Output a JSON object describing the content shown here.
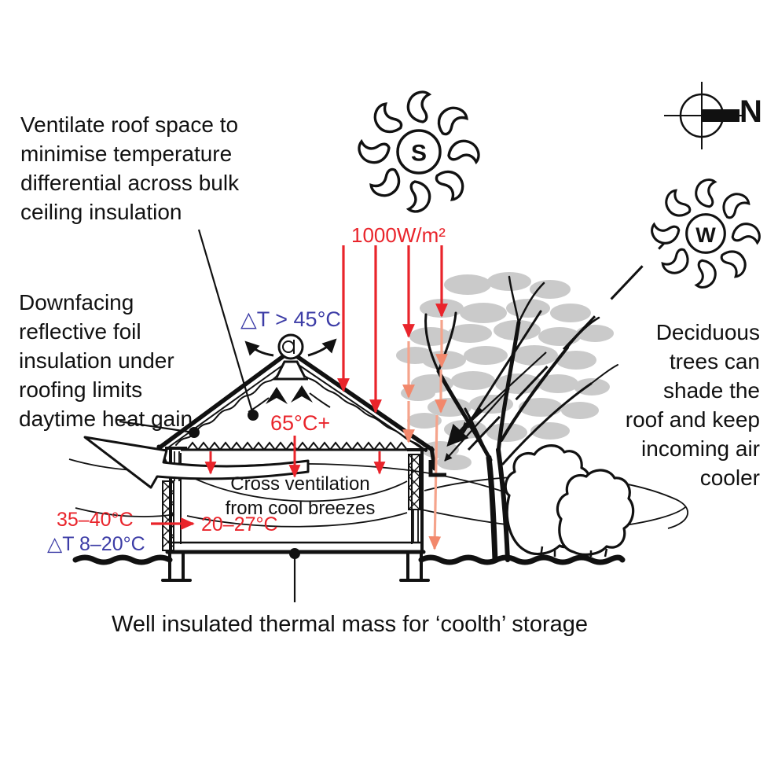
{
  "title": "Passive cooling house section diagram",
  "labels": {
    "ventilate_roof": "Ventilate roof space to\nminimise temperature\ndifferential across bulk\nceiling insulation",
    "downfacing_foil": "Downfacing\nreflective foil\ninsulation under\nroofing limits\ndaytime heat gain",
    "delta_roof": "△T > 45°C",
    "irradiance": "1000W/m²",
    "roof_space_temp": "65°C+",
    "cross_ventilation": "Cross ventilation\nfrom cool breezes",
    "outdoor_temp": "35–40°C",
    "delta_wall": "△T 8–20°C",
    "indoor_temp": "20–27°C",
    "thermal_mass": "Well insulated thermal mass for ‘coolth’ storage",
    "deciduous_trees": "Deciduous\ntrees can\nshade the\nroof and keep\nincoming air\ncooler",
    "compass_north": "N",
    "summer_sun": "S",
    "west_sun": "W"
  },
  "icons": {
    "summer_sun": "sun-icon-S",
    "west_sun": "sun-icon-W",
    "compass": "north-compass-icon"
  },
  "colors": {
    "red": "#E9242B",
    "salmon": "#F5A48C",
    "salmonhead": "#F2886C",
    "blue": "#3C3CA6",
    "foliage": "#CACACA",
    "ink": "#111111"
  }
}
